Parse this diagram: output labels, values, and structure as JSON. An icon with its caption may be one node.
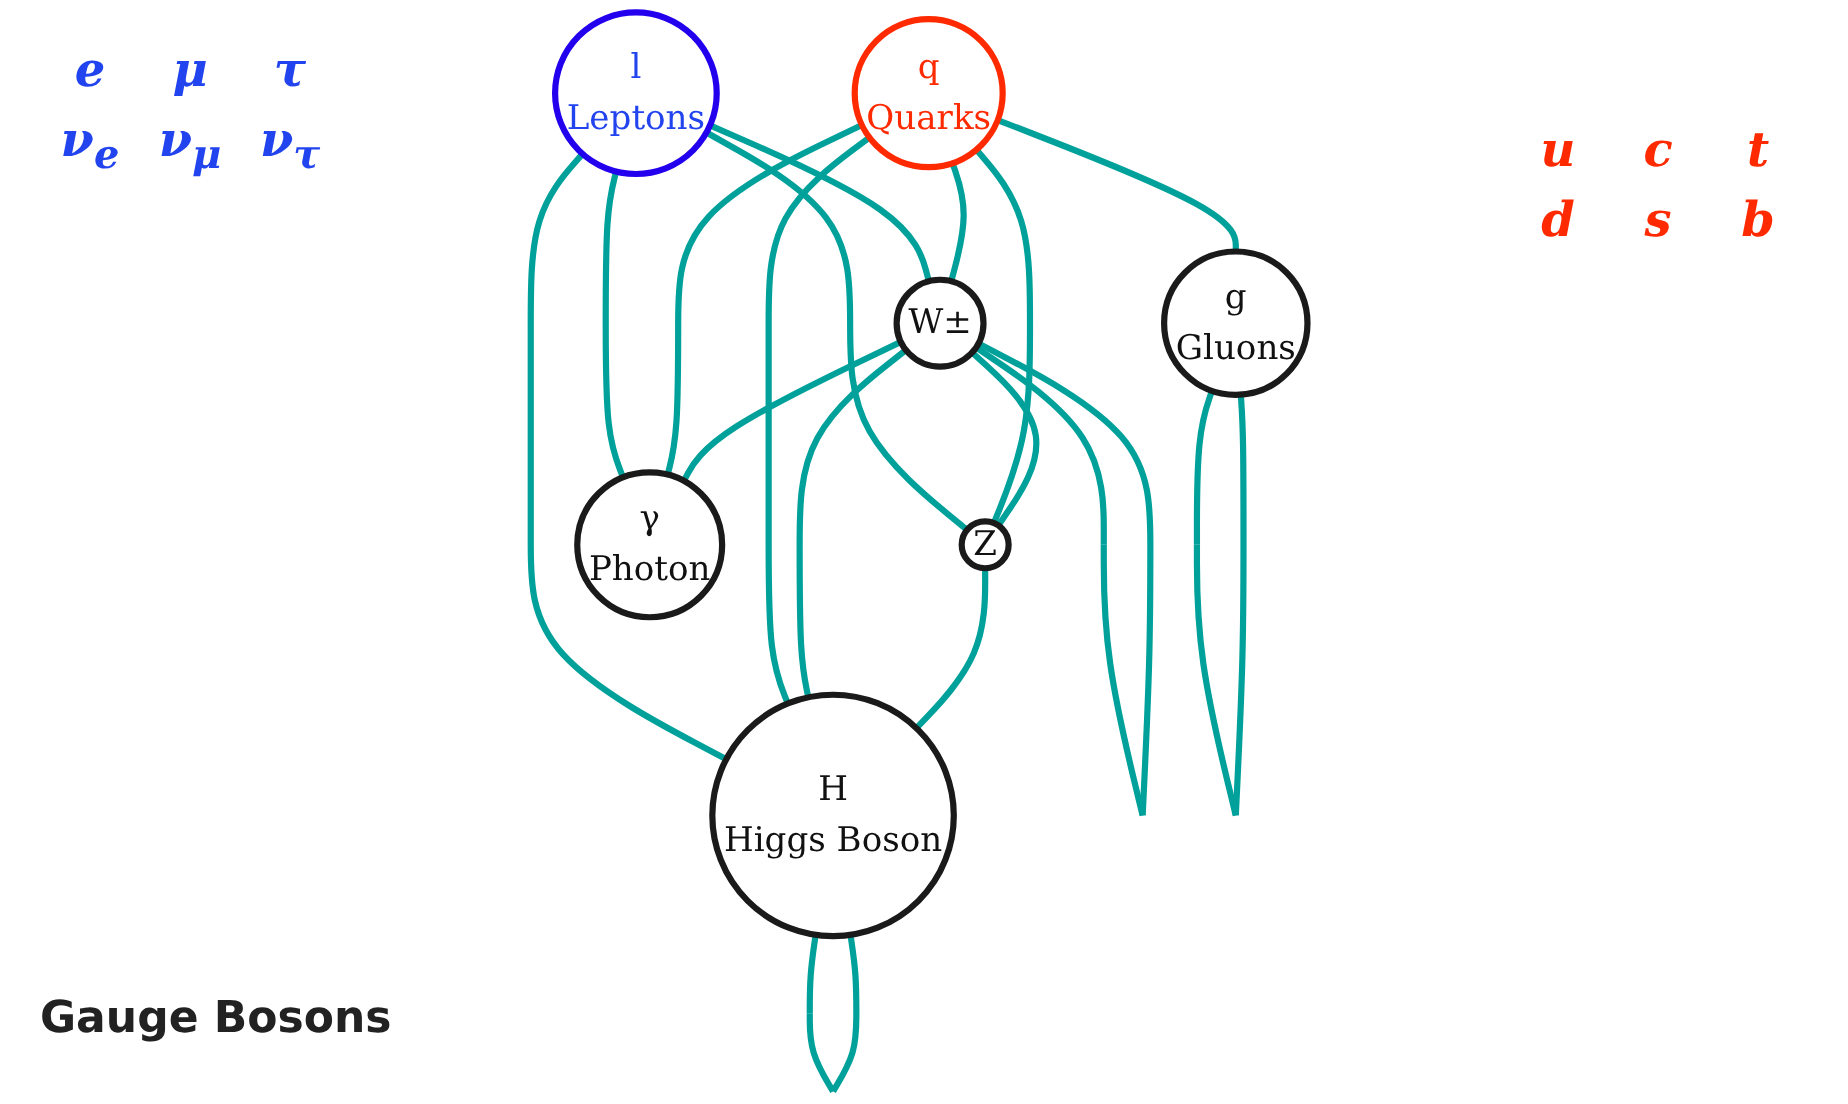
{
  "diagram": {
    "nodes": [
      {
        "text": [
          "l",
          "Leptons"
        ]
      },
      {
        "text": [
          "q",
          "Quarks"
        ]
      },
      {
        "text": [
          "W±"
        ]
      },
      {
        "text": [
          "Z"
        ]
      },
      {
        "text": [
          "γ",
          "Photon"
        ]
      },
      {
        "text": [
          "H",
          "Higgs Boson"
        ]
      },
      {
        "text": [
          "g",
          "Gluons"
        ]
      }
    ],
    "edges": [
      {
        "from": 0,
        "to": 4,
        "arrow": "none"
      },
      {
        "from": 0,
        "to": 2,
        "arrow": "none"
      },
      {
        "from": 0,
        "to": 3,
        "arrow": "none"
      },
      {
        "from": 0,
        "to": 5,
        "arrow": "none"
      },
      {
        "from": 1,
        "to": 4,
        "arrow": "none"
      },
      {
        "from": 1,
        "to": 2,
        "arrow": "none"
      },
      {
        "from": 1,
        "to": 3,
        "arrow": "none"
      },
      {
        "from": 1,
        "to": 5,
        "arrow": "none"
      },
      {
        "from": 1,
        "to": 6,
        "arrow": "none"
      },
      {
        "from": 2,
        "to": 2,
        "arrow": "none"
      },
      {
        "from": 2,
        "to": 3,
        "arrow": "none"
      },
      {
        "from": 2,
        "to": 4,
        "arrow": "none"
      },
      {
        "from": 2,
        "to": 5,
        "arrow": "none"
      },
      {
        "from": 3,
        "to": 5,
        "arrow": "none"
      },
      {
        "from": 5,
        "to": 5,
        "arrow": "none"
      },
      {
        "from": 6,
        "to": 6,
        "arrow": "none"
      }
    ],
    "labels": [
      "e",
      "μ",
      "τ",
      "ν$_{e}$",
      "ν$_{μ}$",
      "ν$_{τ}$",
      "u",
      "c",
      "t",
      "d",
      "s",
      "b",
      "Gauge Bosons"
    ]
  }
}
